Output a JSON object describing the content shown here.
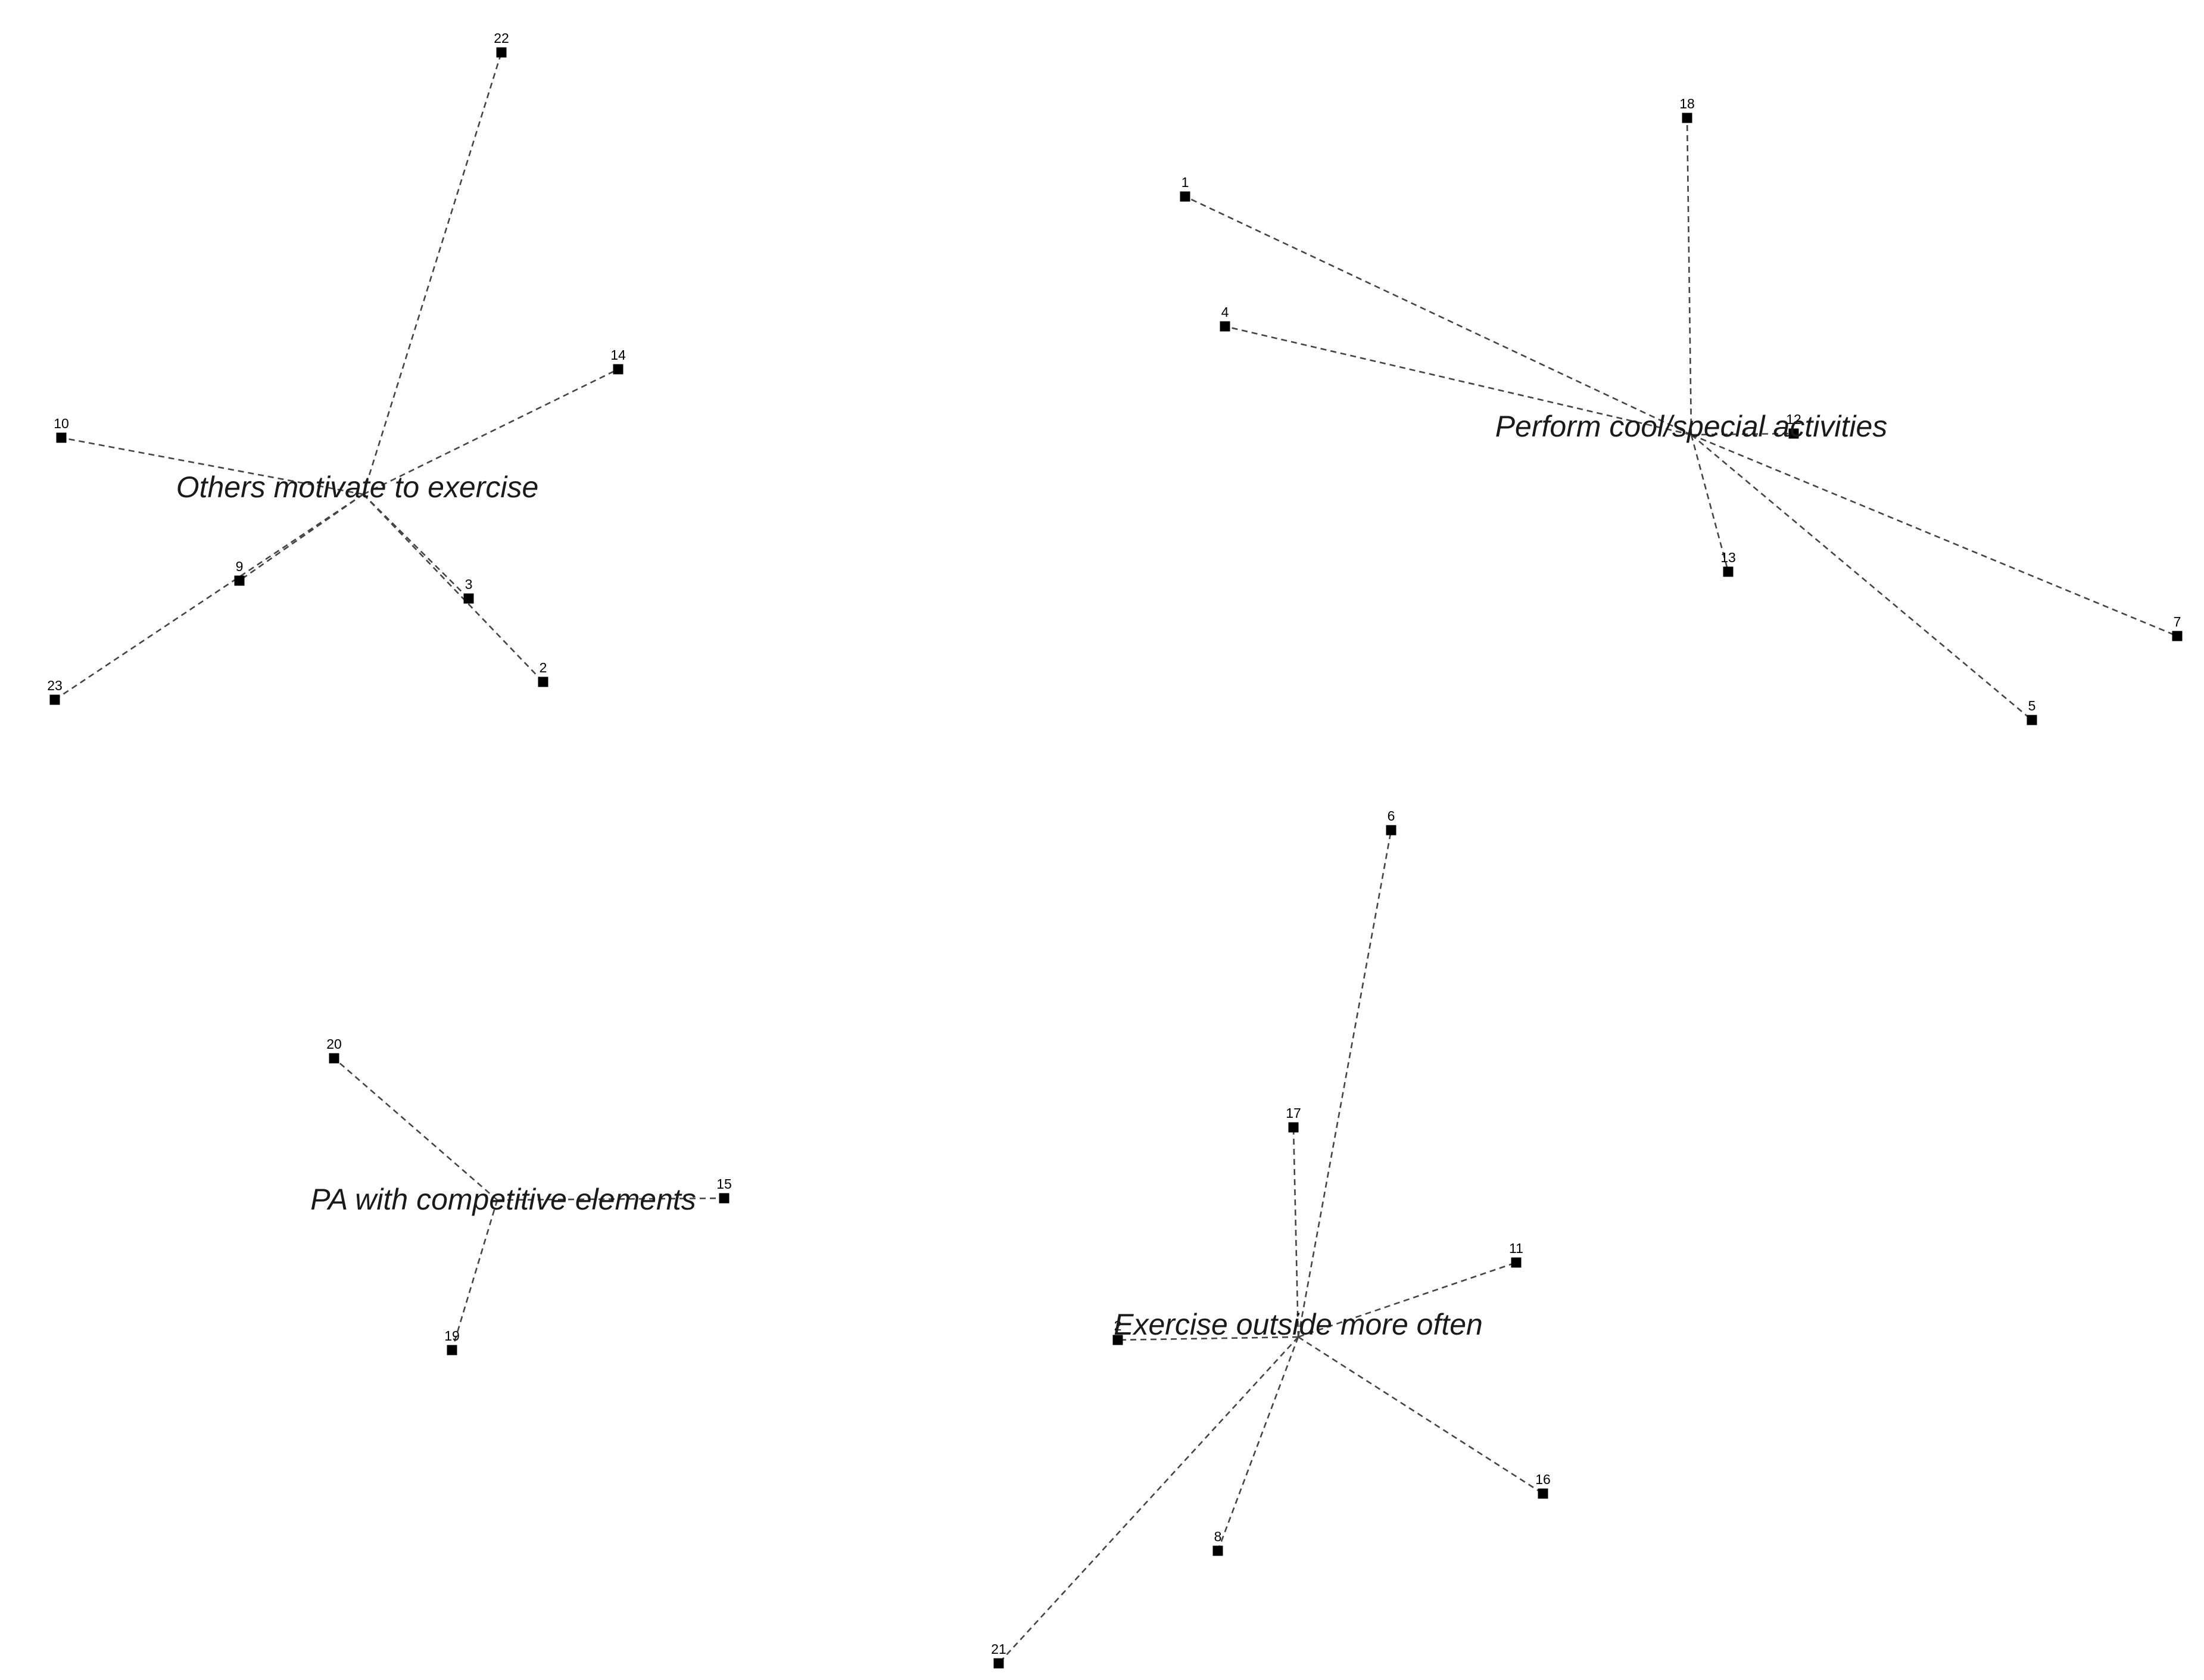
{
  "clusters": [
    {
      "label": "Others motivate to exercise",
      "members": [
        "22",
        "14",
        "10",
        "9",
        "3",
        "2",
        "23"
      ]
    },
    {
      "label": "Perform cool/special activities",
      "members": [
        "18",
        "1",
        "4",
        "12",
        "13",
        "7",
        "5"
      ]
    },
    {
      "label": "PA with competitive elements",
      "members": [
        "20",
        "15",
        "19"
      ]
    },
    {
      "label": "Exercise outside more often",
      "members": [
        "6",
        "17",
        "11",
        "2",
        "16",
        "8",
        "21"
      ]
    }
  ],
  "colors": {
    "edge": "#444444",
    "marker": "#000000",
    "text": "#1a1a1a"
  }
}
